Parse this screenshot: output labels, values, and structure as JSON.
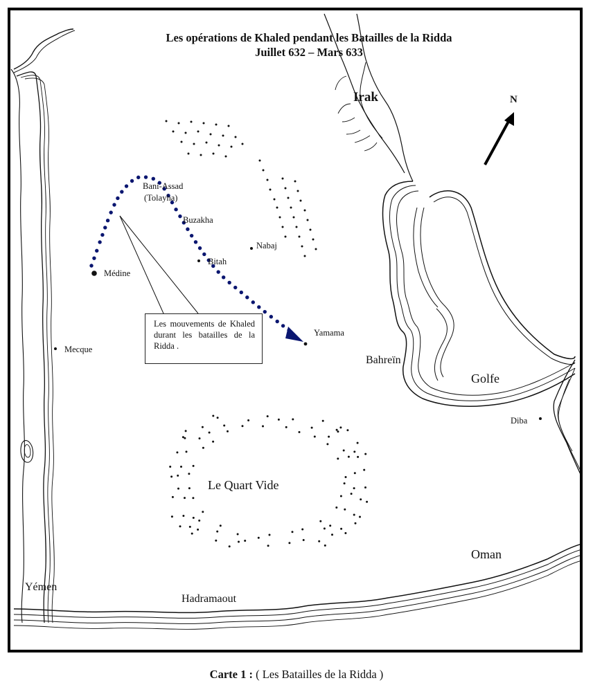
{
  "map": {
    "title_line1": "Les opérations de Khaled pendant les Batailles de la Ridda",
    "title_line2": "Juillet 632 – Mars 633",
    "north_label": "N",
    "places": {
      "irak": "Irak",
      "bani_assad": "Bani-Assad",
      "tolayha": "(Tolayha)",
      "buzakha": "Buzakha",
      "nabaj": "Nabaj",
      "bitah": "Bitah",
      "medine": "Médine",
      "mecque": "Mecque",
      "yamama": "Yamama",
      "bahrein": "Bahreïn",
      "golfe": "Golfe",
      "diba": "Diba",
      "quart_vide": "Le Quart Vide",
      "oman": "Oman",
      "yemen": "Yémen",
      "hadramaout": "Hadramaout"
    },
    "legend_text": "Les mouvements de Khaled durant les batailles de la Ridda .",
    "colors": {
      "route": "#0a1670",
      "ink": "#111111",
      "frame": "#000000"
    }
  },
  "caption": {
    "label": "Carte 1 :",
    "text": "( Les Batailles de la Ridda )"
  }
}
